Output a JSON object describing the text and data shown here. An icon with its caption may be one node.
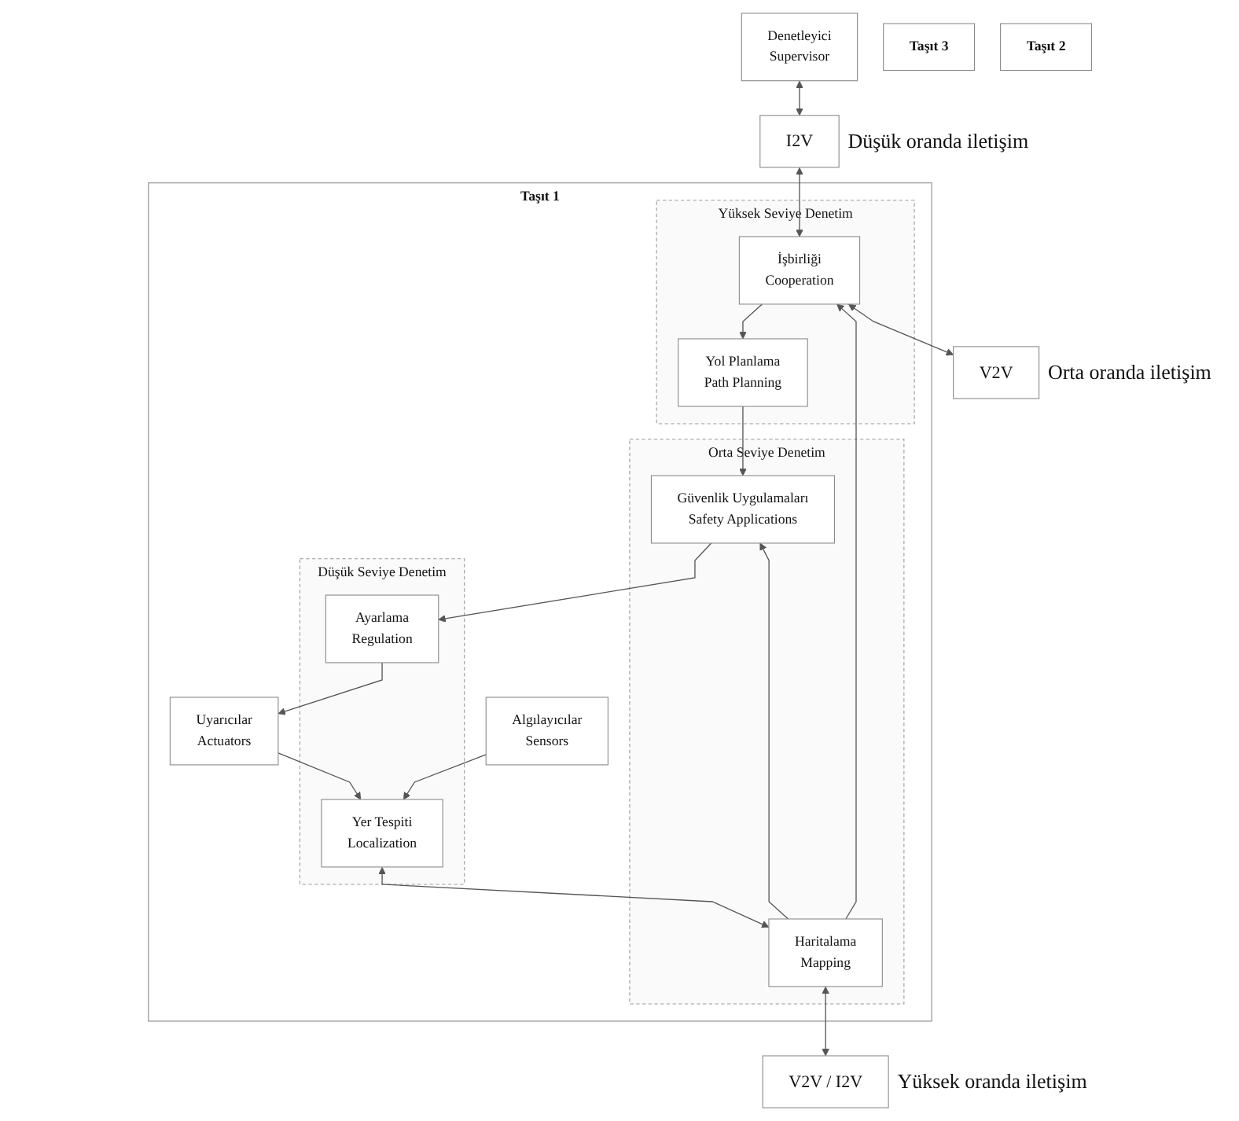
{
  "diagram": {
    "nodes": [
      {
        "text": [
          "Denetleyici",
          "Supervisor"
        ]
      },
      {
        "text": [
          "I2V"
        ],
        "beside": [
          "Düşük oranda iletişim"
        ]
      },
      {
        "text": [
          "Taşıt 3"
        ]
      },
      {
        "text": [
          "Taşıt 2"
        ]
      },
      {
        "text": [
          "Taşıt 1"
        ]
      },
      {
        "text": [
          "Yüksek Seviye Denetim"
        ],
        "in": 4
      },
      {
        "text": [
          "Yol Planlama",
          "Path Planning"
        ],
        "in": 5
      },
      {
        "text": [
          "İşbirliği",
          "Cooperation"
        ],
        "in": 5
      },
      {
        "text": [
          "V2V"
        ],
        "beside": [
          "Orta oranda iletişim"
        ]
      },
      {
        "text": [
          "Orta Seviye Denetim"
        ],
        "in": 4
      },
      {
        "text": [
          "Güvenlik Uygulamaları",
          "Safety Applications"
        ],
        "in": 9
      },
      {
        "text": [
          "Haritalama",
          "Mapping"
        ],
        "in": 9
      },
      {
        "text": [
          "V2V / I2V"
        ],
        "beside": [
          "Yüksek oranda iletişim"
        ]
      },
      {
        "text": [
          "Düşük Seviye Denetim"
        ],
        "in": 4
      },
      {
        "text": [
          "Ayarlama",
          "Regulation"
        ],
        "in": 13
      },
      {
        "text": [
          "Yer Tespiti",
          "Localization"
        ],
        "in": 13
      },
      {
        "text": [
          "Uyarıcılar",
          "Actuators"
        ],
        "in": 4
      },
      {
        "text": [
          "Algılayıcılar",
          "Sensors"
        ],
        "in": 4
      }
    ],
    "edges": [
      {
        "from": 0,
        "to": 1,
        "arrow": "both"
      },
      {
        "from": 1,
        "to": 7,
        "arrow": "both"
      },
      {
        "from": 7,
        "to": 6,
        "arrow": "to"
      },
      {
        "from": 7,
        "to": 8,
        "arrow": "both"
      },
      {
        "from": 6,
        "to": 10,
        "arrow": "to"
      },
      {
        "from": 11,
        "to": 10,
        "arrow": "to"
      },
      {
        "from": 11,
        "to": 7,
        "arrow": "to"
      },
      {
        "from": 11,
        "to": 12,
        "arrow": "both"
      },
      {
        "from": 10,
        "to": 14,
        "arrow": "to"
      },
      {
        "from": 15,
        "to": 11,
        "arrow": "both"
      },
      {
        "from": 14,
        "to": 16,
        "arrow": "to"
      },
      {
        "from": 16,
        "to": 15,
        "arrow": "to"
      },
      {
        "from": 17,
        "to": 15,
        "arrow": "to"
      }
    ]
  }
}
